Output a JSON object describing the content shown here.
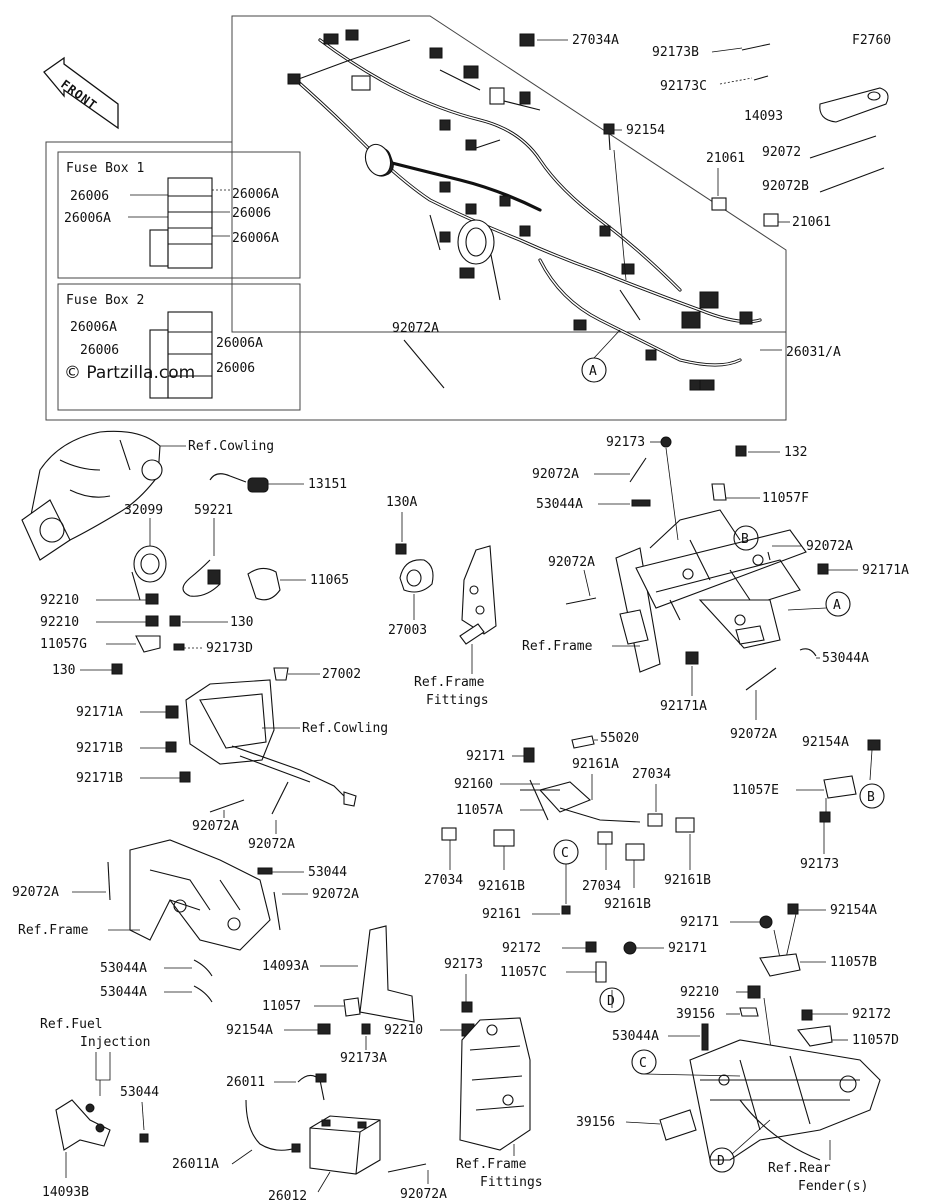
{
  "diagram_code": "F2760",
  "watermark": "© Partzilla.com",
  "front_label": "FRONT",
  "fuse_box_1": {
    "title": "Fuse Box 1",
    "labels": [
      "26006",
      "26006A",
      "26006A",
      "26006",
      "26006A"
    ]
  },
  "fuse_box_2": {
    "title": "Fuse Box 2",
    "labels": [
      "26006A",
      "26006",
      "26006A",
      "26006"
    ]
  },
  "callouts": {
    "A": "A",
    "B": "B",
    "C": "C",
    "D": "D"
  },
  "parts": {
    "p27034A": "27034A",
    "p92173B": "92173B",
    "p92173C": "92173C",
    "p14093": "14093",
    "p92154": "92154",
    "p92072": "92072",
    "p21061a": "21061",
    "p92072B": "92072B",
    "p21061b": "21061",
    "p92072A_top": "92072A",
    "p26031A": "26031/A",
    "refCowling1": "Ref.Cowling",
    "p13151": "13151",
    "p32099": "32099",
    "p59221": "59221",
    "p11065": "11065",
    "p92210a": "92210",
    "p92210b": "92210",
    "p130a": "130",
    "p11057G": "11057G",
    "p92173D": "92173D",
    "p130b": "130",
    "p130A": "130A",
    "p27003": "27003",
    "refFrameFittings1_a": "Ref.Frame",
    "refFrameFittings1_b": "Fittings",
    "p27002": "27002",
    "p92171A_l": "92171A",
    "refCowling2": "Ref.Cowling",
    "p92171B_a": "92171B",
    "p92171B_b": "92171B",
    "p92072A_l1": "92072A",
    "p92072A_l2": "92072A",
    "p92173_tr": "92173",
    "p92072A_tr": "92072A",
    "p132": "132",
    "p53044A_tr": "53044A",
    "p11057F": "11057F",
    "p92072A_tr2": "92072A",
    "p92171A_tr": "92171A",
    "p92072A_tr3": "92072A",
    "refFrame_tr": "Ref.Frame",
    "p53044A_tr2": "53044A",
    "p92171A_tr2": "92171A",
    "p92072A_tr4": "92072A",
    "p55020": "55020",
    "p92171_m": "92171",
    "p92160": "92160",
    "p92161A": "92161A",
    "p27034_m1": "27034",
    "p11057A": "11057A",
    "p27034_m2": "27034",
    "p92161B_a": "92161B",
    "p27034_m3": "27034",
    "p92161B_b": "92161B",
    "p92161B_c": "92161B",
    "p92161": "92161",
    "p92154A_r": "92154A",
    "p11057E": "11057E",
    "p92173_r": "92173",
    "p53044": "53044",
    "p92072A_ll": "92072A",
    "p92072A_lr": "92072A",
    "refFrame_l": "Ref.Frame",
    "p53044A_l1": "53044A",
    "p53044A_l2": "53044A",
    "p14093A": "14093A",
    "p92173_b": "92173",
    "p92171_b": "92171",
    "p92172_b": "92172",
    "p92154A_b": "92154A",
    "p11057C": "11057C",
    "p11057B": "11057B",
    "p11057": "11057",
    "p92154A_bl": "92154A",
    "p92210_b": "92210",
    "p92173A": "92173A",
    "p92210_br": "92210",
    "p92172_br": "92172",
    "p39156_a": "39156",
    "p11057D": "11057D",
    "p53044A_br": "53044A",
    "refFuel_a": "Ref.Fuel",
    "refFuel_b": "Injection",
    "p53044_bl": "53044",
    "p26011": "26011",
    "p26011A": "26011A",
    "p26012": "26012",
    "p14093B": "14093B",
    "p92072A_bb": "92072A",
    "refFrameFittings2_a": "Ref.Frame",
    "refFrameFittings2_b": "Fittings",
    "p39156_b": "39156",
    "refRear_a": "Ref.Rear",
    "refRear_b": "Fender(s)"
  }
}
